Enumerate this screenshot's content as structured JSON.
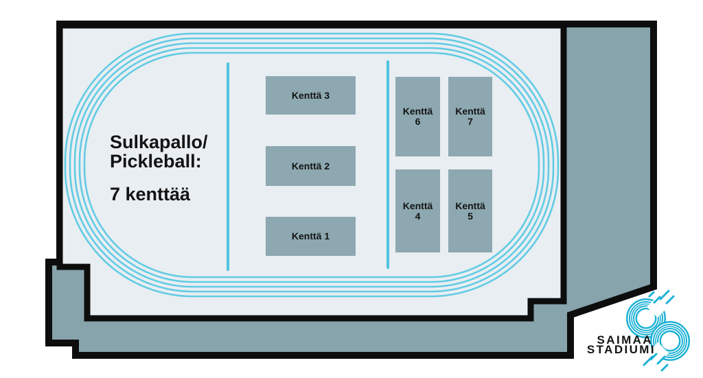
{
  "colors": {
    "outline": "#0d0d0d",
    "building": "#87a3ac",
    "floor": "#e9eef2",
    "court": "#8da8b0",
    "track": "#62cbe4",
    "divider": "#4ec4e0",
    "logo-accent": "#1bb1d5",
    "text": "#131313"
  },
  "info": {
    "title": "Sulkapallo/\nPickleball:",
    "count": "7 kenttää"
  },
  "courts": [
    {
      "label": "Kenttä 1"
    },
    {
      "label": "Kenttä 2"
    },
    {
      "label": "Kenttä 3"
    },
    {
      "label": "Kenttä\n4"
    },
    {
      "label": "Kenttä\n5"
    },
    {
      "label": "Kenttä\n6"
    },
    {
      "label": "Kenttä\n7"
    }
  ],
  "logo": {
    "line1": "SAIMAA",
    "line2": "STADIUMI"
  }
}
